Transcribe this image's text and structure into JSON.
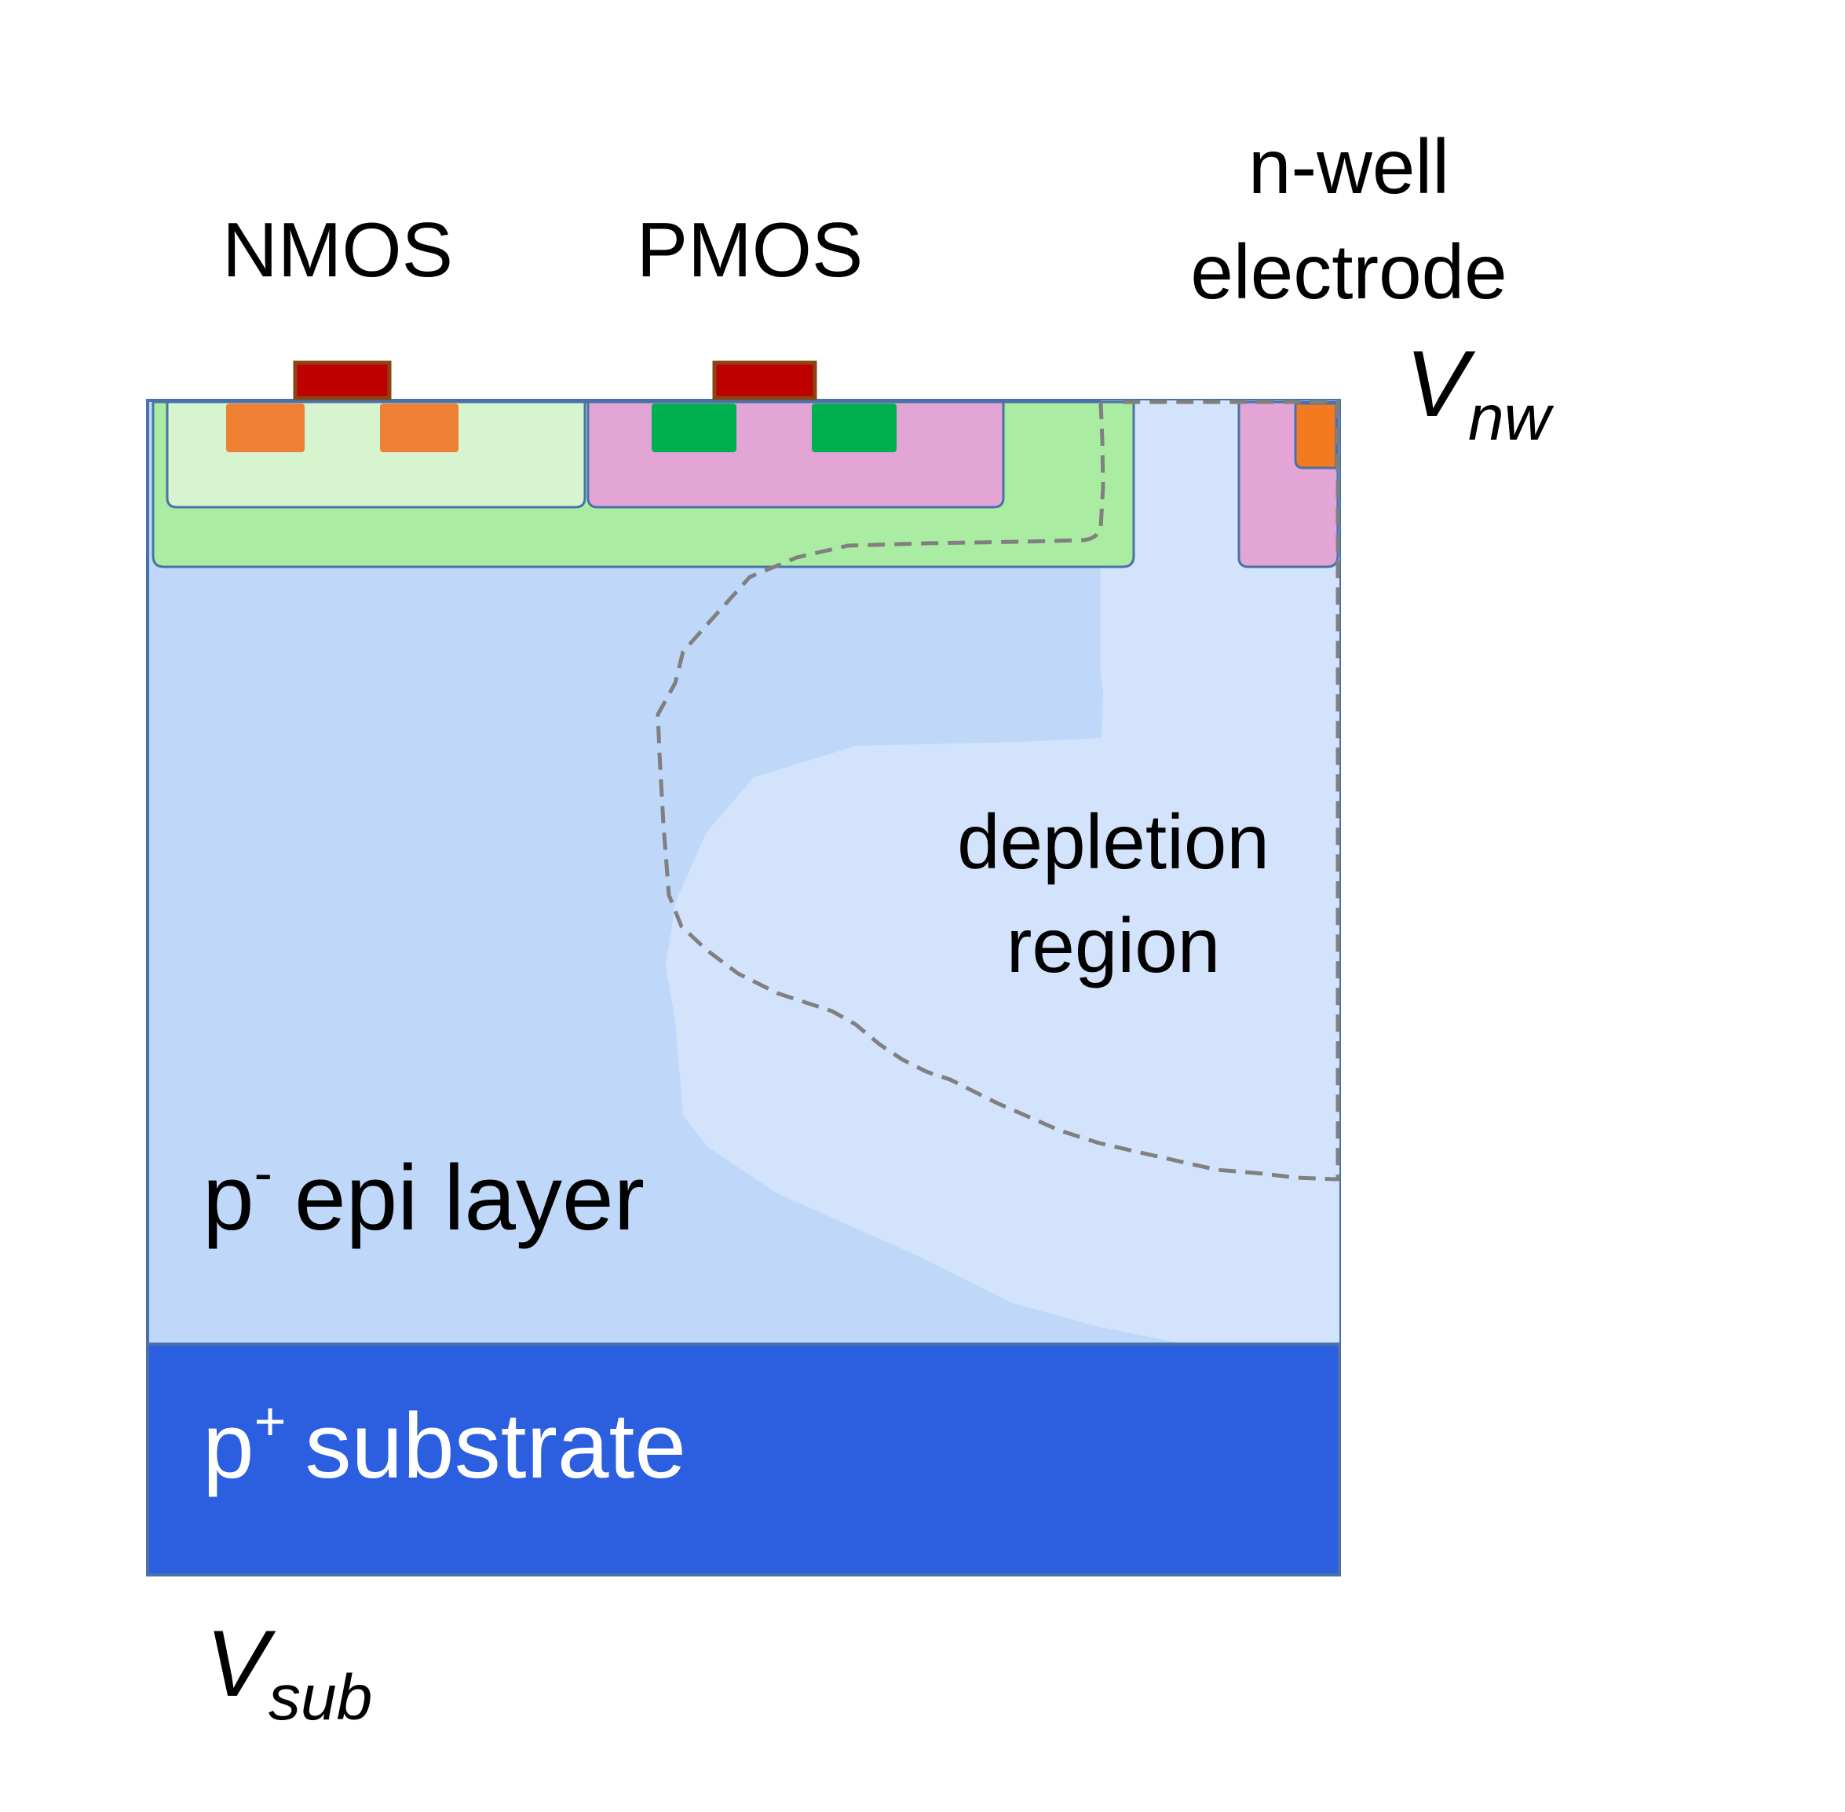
{
  "labels": {
    "nmos": "NMOS",
    "pmos": "PMOS",
    "nwell_line1": "n-well",
    "nwell_line2": "electrode",
    "vnw_main": "V",
    "vnw_sub": "nw",
    "depletion_line1": "depletion",
    "depletion_line2": "region",
    "epi_p": "p",
    "epi_sup": "-",
    "epi_rest": "epi layer",
    "substrate_p": "p",
    "substrate_sup": "+",
    "substrate_rest": "substrate",
    "vsub_main": "V",
    "vsub_sub": "sub"
  },
  "colors": {
    "epi": "#bfd8fa",
    "depletion": "#d3e3fb",
    "substrate": "#2b5fe0",
    "outline": "#4a72a8",
    "deep_well": "#abeca3",
    "p_well": "#d6f5cf",
    "n_well": "#e3a4d6",
    "n_plus": "#ee8033",
    "p_plus": "#00b04f",
    "gate": "#c00000",
    "gate_border": "#8b4513",
    "electrode_contact": "#f47a20",
    "depletion_border": "#808080"
  }
}
